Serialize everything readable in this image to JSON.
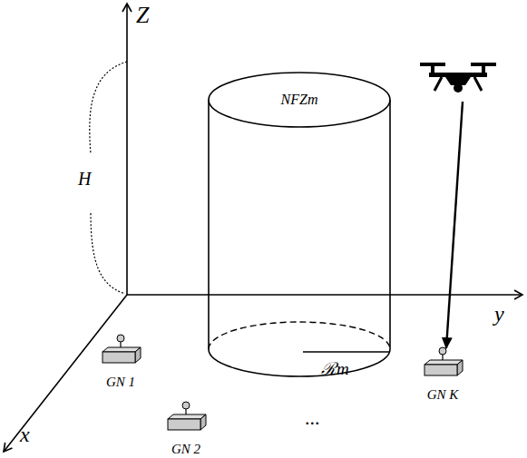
{
  "diagram": {
    "nodes": [
      {
        "text": [
          "NFZm",
          "ℛm"
        ]
      },
      {
        "text": [
          "GN 1"
        ]
      },
      {
        "text": [
          "GN 2"
        ]
      },
      {
        "text": [
          "GN K"
        ]
      }
    ],
    "labels": [
      "Z",
      "H",
      "y",
      "x",
      "..."
    ]
  }
}
